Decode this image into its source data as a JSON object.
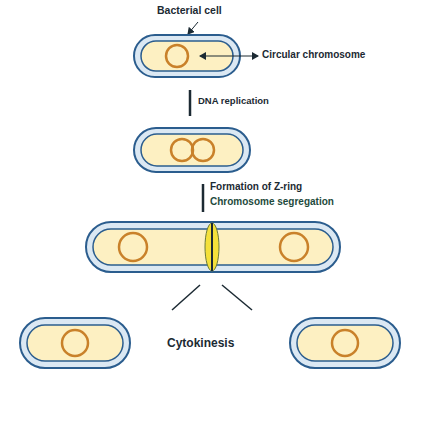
{
  "diagram": {
    "labels": [
      "Bacterial cell",
      "Circular chromosome",
      "DNA replication",
      "Formation of Z-ring",
      "Chromosome segregation",
      "Cytokinesis"
    ]
  }
}
